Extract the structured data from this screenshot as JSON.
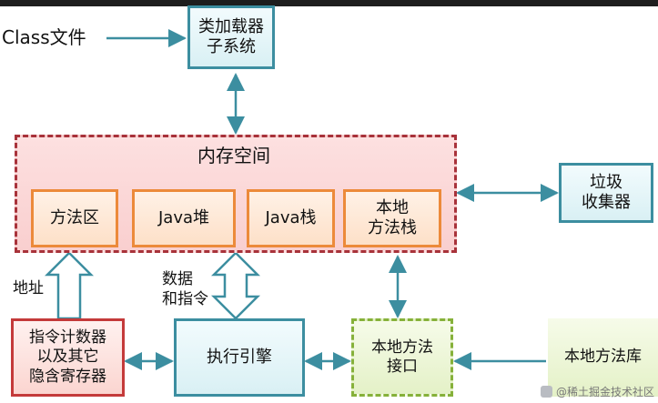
{
  "class_file": "Class文件",
  "classloader": "类加载器\n子系统",
  "memory": {
    "title": "内存空间",
    "areas": [
      "方法区",
      "Java堆",
      "Java栈",
      "本地\n方法栈"
    ]
  },
  "gc": "垃圾\n收集器",
  "pc_register": "指令计数器\n以及其它\n隐含寄存器",
  "engine": "执行引擎",
  "native_interface": "本地方法\n接口",
  "native_library": "本地方法库",
  "address_label": "地址",
  "data_label": "数据\n和指令",
  "watermark": "@稀土掘金技术社区",
  "colors": {
    "teal": "#3c8ea0",
    "orange": "#ec8a3a",
    "red": "#c43a3a",
    "green": "#86b13a",
    "memory_border": "#a8323a"
  }
}
